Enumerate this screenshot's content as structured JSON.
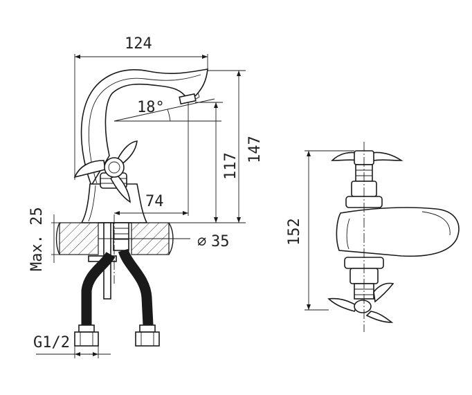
{
  "dimensions": {
    "overall_width": "124",
    "spout_angle": "18°",
    "spout_height": "117",
    "total_height": "147",
    "spout_reach": "74",
    "max_deck_thickness": "Max. 25",
    "hole_diameter": "35",
    "connection_thread": "G1/2",
    "side_view_height": "152"
  },
  "symbols": {
    "diameter": "∅"
  }
}
